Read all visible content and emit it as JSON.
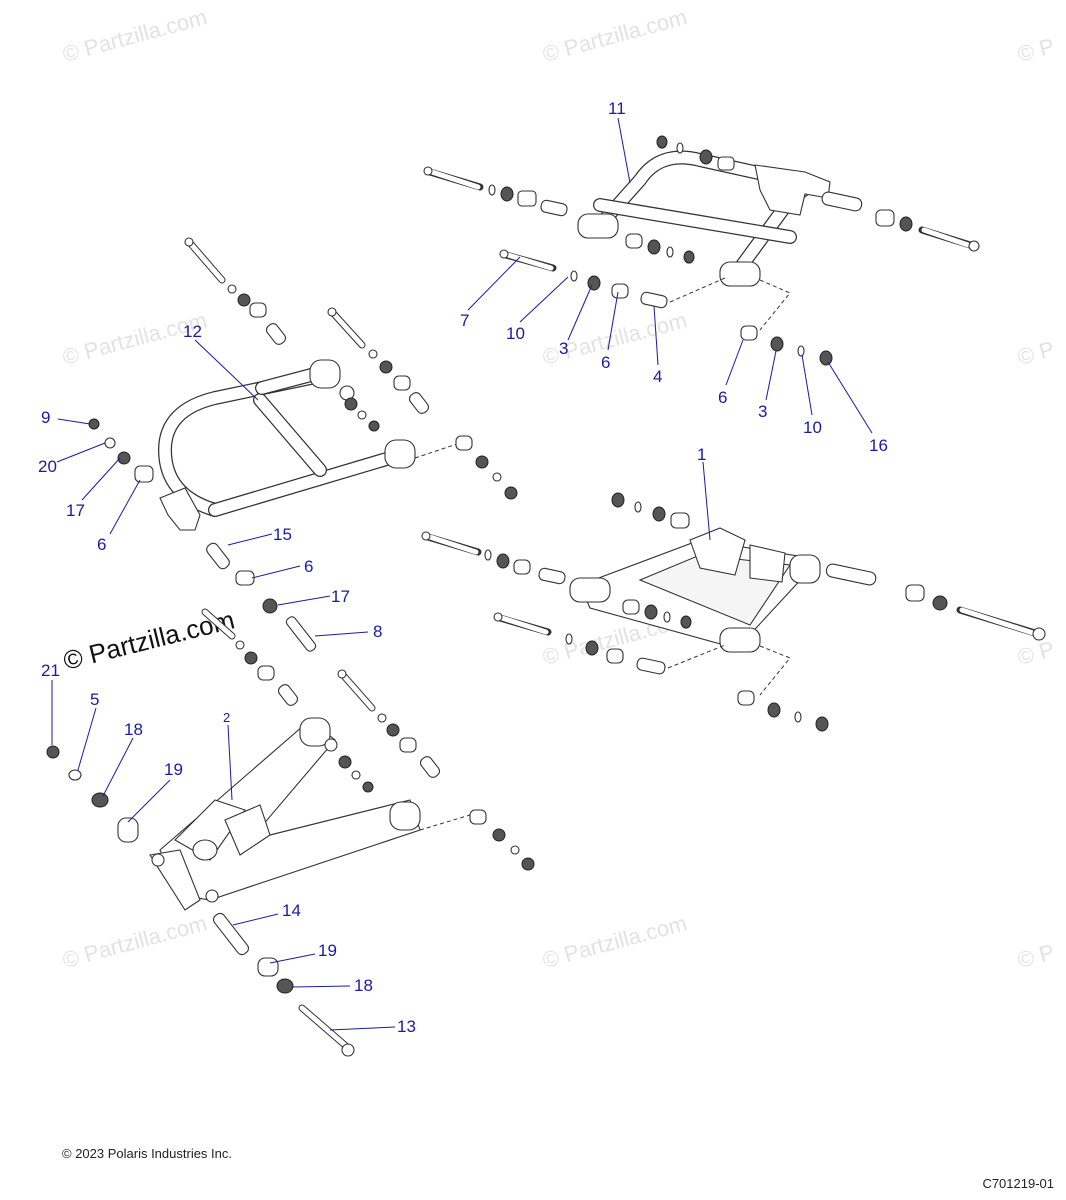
{
  "watermark": "© Partzilla.com",
  "watermark_short": "© P",
  "copyright": "© 2023 Polaris Industries Inc.",
  "diagram_id": "C701219-01",
  "callouts": {
    "c11": "11",
    "c12": "12",
    "c7": "7",
    "c10a": "10",
    "c3a": "3",
    "c6a": "6",
    "c4": "4",
    "c6b": "6",
    "c3b": "3",
    "c10b": "10",
    "c16": "16",
    "c9": "9",
    "c20": "20",
    "c17a": "17",
    "c6c": "6",
    "c15": "15",
    "c6d": "6",
    "c17b": "17",
    "c8": "8",
    "c1": "1",
    "c2": "2",
    "c21": "21",
    "c5": "5",
    "c18a": "18",
    "c19a": "19",
    "c14": "14",
    "c19b": "19",
    "c18b": "18",
    "c13": "13"
  }
}
